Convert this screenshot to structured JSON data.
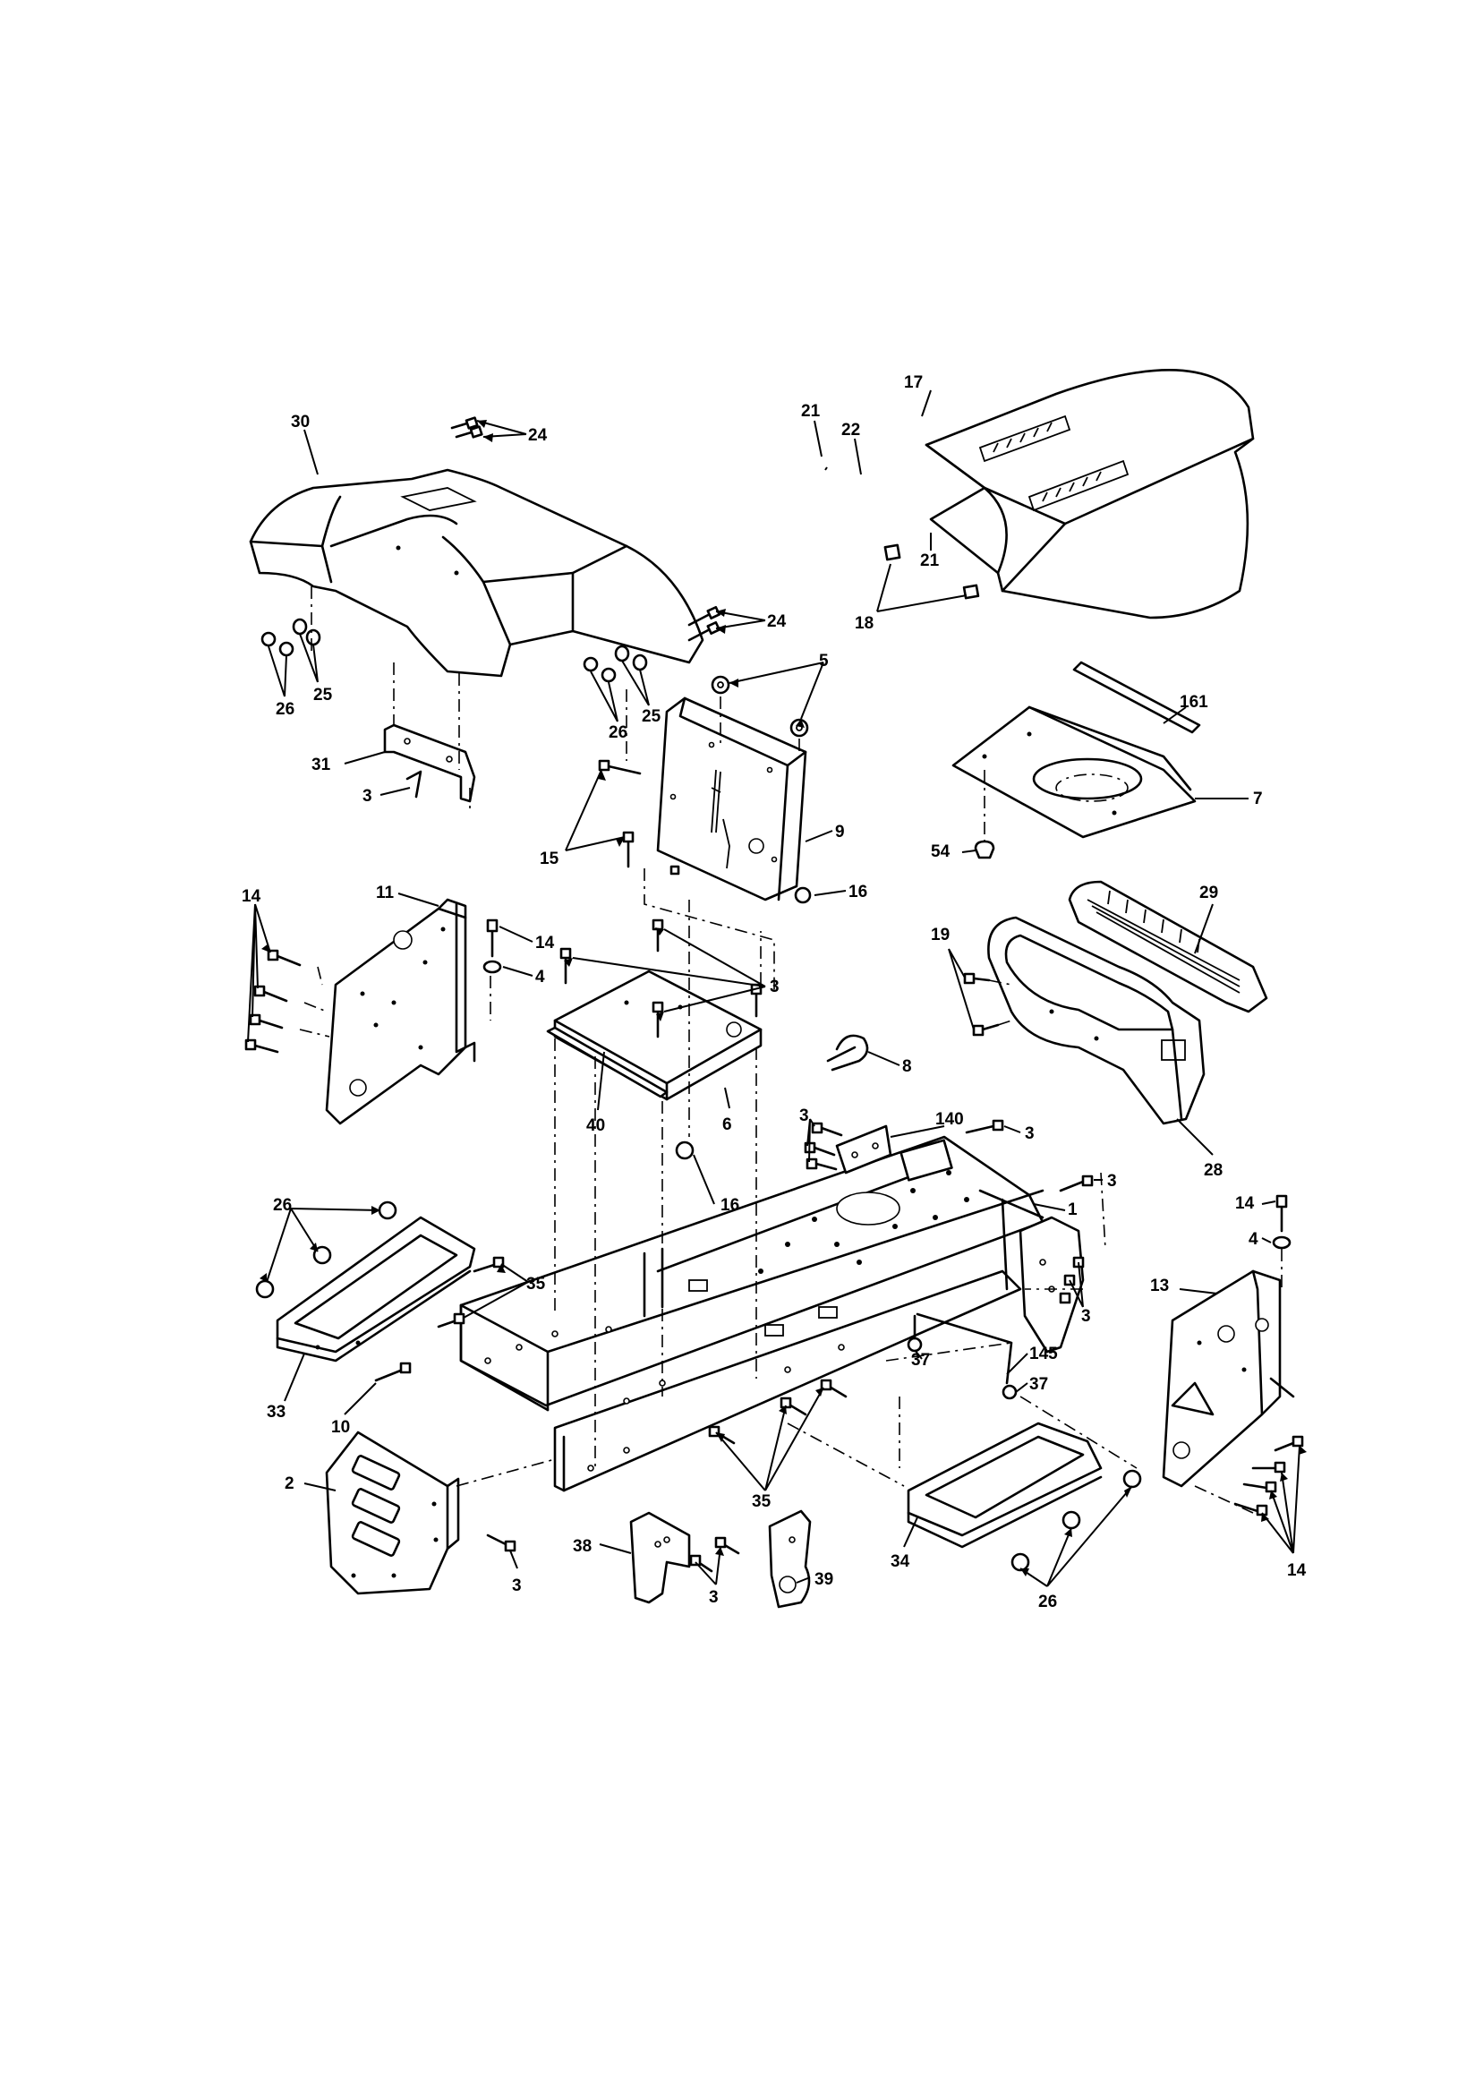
{
  "callouts": [
    {
      "id": "c17",
      "label": "17"
    },
    {
      "id": "c21a",
      "label": "21"
    },
    {
      "id": "c22",
      "label": "22"
    },
    {
      "id": "c21b",
      "label": "21"
    },
    {
      "id": "c18",
      "label": "18"
    },
    {
      "id": "c30",
      "label": "30"
    },
    {
      "id": "c24a",
      "label": "24"
    },
    {
      "id": "c24b",
      "label": "24"
    },
    {
      "id": "c25a",
      "label": "25"
    },
    {
      "id": "c26a",
      "label": "26"
    },
    {
      "id": "c25b",
      "label": "25"
    },
    {
      "id": "c26b",
      "label": "26"
    },
    {
      "id": "c5",
      "label": "5"
    },
    {
      "id": "c161",
      "label": "161"
    },
    {
      "id": "c7",
      "label": "7"
    },
    {
      "id": "c54",
      "label": "54"
    },
    {
      "id": "c31",
      "label": "31"
    },
    {
      "id": "c3a",
      "label": "3"
    },
    {
      "id": "c15",
      "label": "15"
    },
    {
      "id": "c9",
      "label": "9"
    },
    {
      "id": "c16a",
      "label": "16"
    },
    {
      "id": "c29",
      "label": "29"
    },
    {
      "id": "c19",
      "label": "19"
    },
    {
      "id": "c14a",
      "label": "14"
    },
    {
      "id": "c11",
      "label": "11"
    },
    {
      "id": "c14b",
      "label": "14"
    },
    {
      "id": "c4a",
      "label": "4"
    },
    {
      "id": "c3b",
      "label": "3"
    },
    {
      "id": "c8",
      "label": "8"
    },
    {
      "id": "c40",
      "label": "40"
    },
    {
      "id": "c6",
      "label": "6"
    },
    {
      "id": "c3c",
      "label": "3"
    },
    {
      "id": "c140",
      "label": "140"
    },
    {
      "id": "c3d",
      "label": "3"
    },
    {
      "id": "c3e",
      "label": "3"
    },
    {
      "id": "c28",
      "label": "28"
    },
    {
      "id": "c16b",
      "label": "16"
    },
    {
      "id": "c1",
      "label": "1"
    },
    {
      "id": "c14c",
      "label": "14"
    },
    {
      "id": "c4b",
      "label": "4"
    },
    {
      "id": "c26c",
      "label": "26"
    },
    {
      "id": "c35a",
      "label": "35"
    },
    {
      "id": "c13",
      "label": "13"
    },
    {
      "id": "c3f",
      "label": "3"
    },
    {
      "id": "c37a",
      "label": "37"
    },
    {
      "id": "c145",
      "label": "145"
    },
    {
      "id": "c37b",
      "label": "37"
    },
    {
      "id": "c33",
      "label": "33"
    },
    {
      "id": "c10",
      "label": "10"
    },
    {
      "id": "c2",
      "label": "2"
    },
    {
      "id": "c35b",
      "label": "35"
    },
    {
      "id": "c38",
      "label": "38"
    },
    {
      "id": "c3g",
      "label": "3"
    },
    {
      "id": "c39",
      "label": "39"
    },
    {
      "id": "c3h",
      "label": "3"
    },
    {
      "id": "c34",
      "label": "34"
    },
    {
      "id": "c26d",
      "label": "26"
    },
    {
      "id": "c14d",
      "label": "14"
    }
  ]
}
